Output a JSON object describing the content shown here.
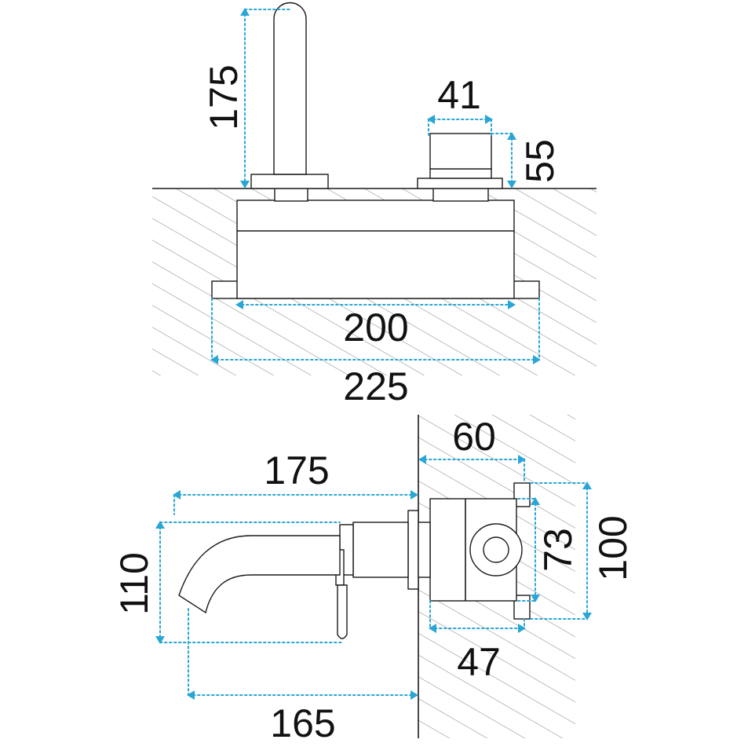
{
  "dimensions": {
    "top_spout_height": "175",
    "top_handle_width": "41",
    "top_handle_height": "55",
    "top_body_width": "200",
    "top_plate_width": "225",
    "side_spout_reach": "175",
    "side_wall_depth": "60",
    "side_height": "110",
    "side_box_height": "73",
    "side_plate_height": "100",
    "side_box_depth": "47",
    "side_spout_projection": "165"
  },
  "colors": {
    "dimension_line": "#2aa6d6",
    "outline": "#1a1a1a",
    "background": "#ffffff"
  }
}
